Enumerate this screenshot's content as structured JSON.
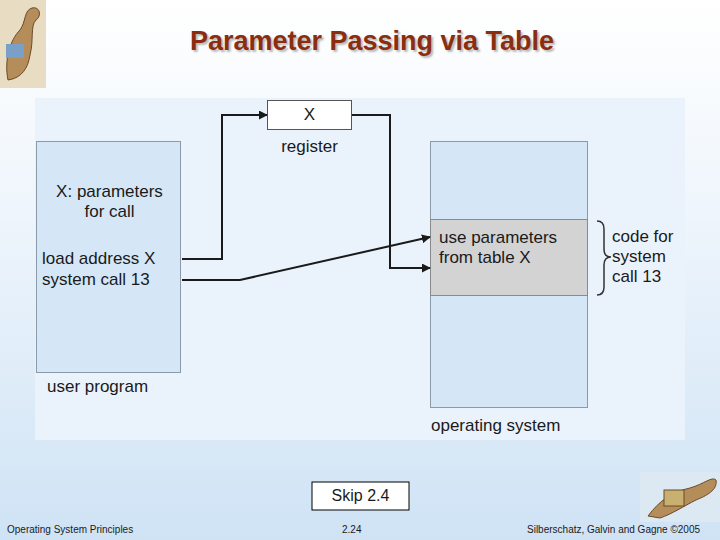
{
  "diagram": {
    "title": "Parameter Passing via Table",
    "nodes": [
      {
        "text": [
          "user program"
        ]
      },
      {
        "text": [
          "X: parameters for call"
        ],
        "in": 0
      },
      {
        "text": [
          "load address X"
        ],
        "in": 0
      },
      {
        "text": [
          "system call 13"
        ],
        "in": 0
      },
      {
        "text": [
          "X",
          "register"
        ]
      },
      {
        "text": [
          "operating system"
        ]
      },
      {
        "text": [
          "use parameters from table X"
        ],
        "in": 5
      }
    ],
    "edges": [
      {
        "from": 2,
        "to": 4,
        "arrow": "to"
      },
      {
        "from": 4,
        "to": 6,
        "arrow": "to"
      },
      {
        "from": 3,
        "to": 6,
        "arrow": "to"
      }
    ],
    "labels": [
      "code for system call 13",
      "Skip 2.4",
      "Operating System Principles",
      "2.24",
      "Silberschatz, Galvin and Gagne ©2005"
    ]
  }
}
